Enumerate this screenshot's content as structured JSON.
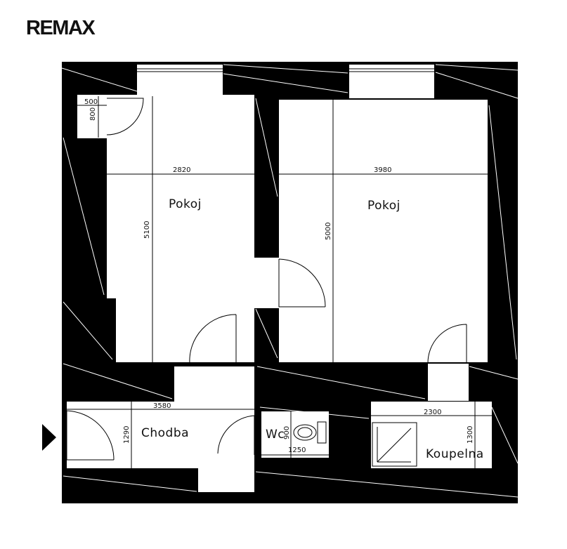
{
  "brand": {
    "logo_text": "REMAX"
  },
  "rooms": [
    {
      "name": "Pokoj",
      "width": "2820",
      "length": "5100"
    },
    {
      "name": "Pokoj",
      "width": "3980",
      "length": "5000"
    },
    {
      "name": "Chodba",
      "width": "3580",
      "length": "1290"
    },
    {
      "name": "Wc",
      "width": "1250",
      "length": "900"
    },
    {
      "name": "Koupelna",
      "width": "2300",
      "length": "1300"
    }
  ],
  "closet": {
    "width": "500",
    "length": "800"
  },
  "entrance": {
    "icon": "entrance-arrow-icon"
  },
  "colors": {
    "walls": "#000000",
    "floor": "#ffffff"
  }
}
